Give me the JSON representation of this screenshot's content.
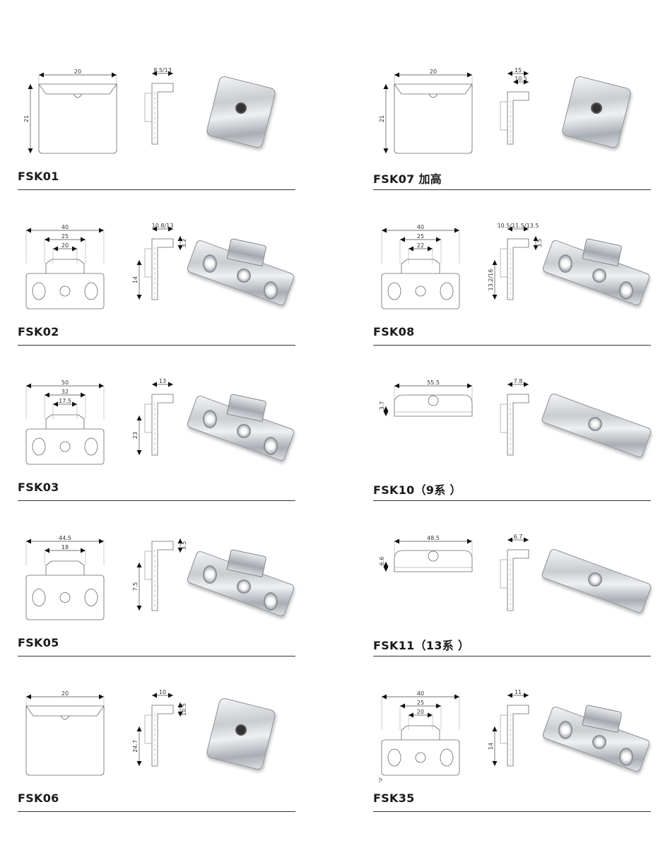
{
  "products": [
    {
      "name": "FSK01",
      "photo": "cap",
      "front": {
        "h_dims": [
          "20"
        ],
        "v_dim": "21",
        "type": "cap"
      },
      "side": {
        "h_dims": [
          "8.5/13"
        ],
        "v_dims": []
      }
    },
    {
      "name": "FSK07 加高",
      "photo": "cap",
      "front": {
        "h_dims": [
          "20"
        ],
        "v_dim": "21",
        "type": "cap"
      },
      "side": {
        "h_dims": [
          "15",
          "10.5"
        ],
        "v_dims": []
      }
    },
    {
      "name": "FSK02",
      "photo": "plate",
      "front": {
        "h_dims": [
          "40",
          "25",
          "20"
        ],
        "v_dim": null,
        "type": "plate"
      },
      "side": {
        "h_dims": [
          "10.8/13"
        ],
        "v_dims": [
          "14",
          "3.2"
        ]
      }
    },
    {
      "name": "FSK08",
      "photo": "plate",
      "front": {
        "h_dims": [
          "40",
          "25",
          "22"
        ],
        "v_dim": null,
        "type": "plate"
      },
      "side": {
        "h_dims": [
          "10.5/11.5/13.5"
        ],
        "v_dims": [
          "13.2/16",
          "3.5"
        ]
      }
    },
    {
      "name": "FSK03",
      "photo": "plate",
      "front": {
        "h_dims": [
          "50",
          "32",
          "17.5"
        ],
        "v_dim": null,
        "type": "plate"
      },
      "side": {
        "h_dims": [
          "13"
        ],
        "v_dims": [
          "23"
        ]
      }
    },
    {
      "name": "FSK10（9系 ）",
      "photo": "bar",
      "front": {
        "h_dims": [
          "55.5"
        ],
        "v_dim": "3.7",
        "type": "bar"
      },
      "side": {
        "h_dims": [
          "7.8"
        ],
        "v_dims": []
      }
    },
    {
      "name": "FSK05",
      "photo": "plate",
      "front": {
        "h_dims": [
          "44.5",
          "18"
        ],
        "v_dim": null,
        "type": "plate"
      },
      "side": {
        "h_dims": [],
        "v_dims": [
          "7.5",
          "3.5"
        ]
      }
    },
    {
      "name": "FSK11（13系 ）",
      "photo": "bar",
      "front": {
        "h_dims": [
          "48.5"
        ],
        "v_dim": "6.6",
        "type": "bar"
      },
      "side": {
        "h_dims": [
          "6.7"
        ],
        "v_dims": []
      }
    },
    {
      "name": "FSK06",
      "photo": "cap",
      "front": {
        "h_dims": [
          "20"
        ],
        "v_dim": null,
        "type": "cap"
      },
      "side": {
        "h_dims": [
          "10"
        ],
        "v_dims": [
          "24.7",
          "10.5"
        ]
      }
    },
    {
      "name": "FSK35",
      "photo": "plate",
      "front": {
        "h_dims": [
          "40",
          "25",
          "20"
        ],
        "v_dim": null,
        "type": "plate",
        "note": "Ø5"
      },
      "side": {
        "h_dims": [
          "11"
        ],
        "v_dims": [
          "14"
        ]
      }
    }
  ]
}
